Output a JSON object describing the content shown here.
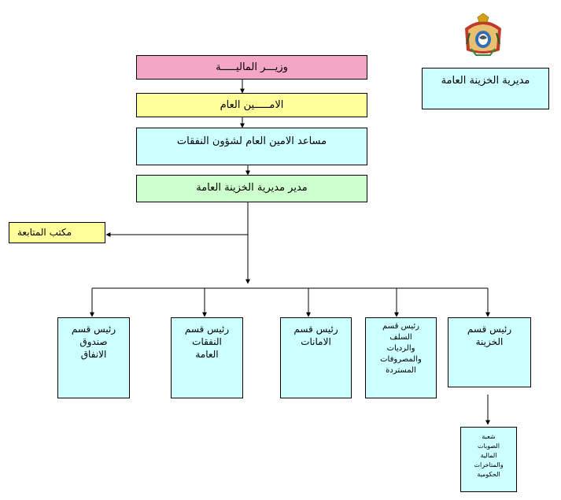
{
  "colors": {
    "pink": "#f4a6c8",
    "yellow": "#ffff99",
    "cyan": "#ccffff",
    "green": "#ccffcc",
    "light_yellow": "#ffff99"
  },
  "emblem_icon": "jordan-coat-of-arms-icon",
  "header_title": "مديرية الخزينة العامة",
  "chain": {
    "minister": "وزيـــر الماليـــــة",
    "secretary_general": "الامـــــين العام",
    "assistant_secretary": "مساعد الامين العام لشؤون النفقات",
    "director": "مدير مديرية الخزينة العامة"
  },
  "followup_office": "مكتب المتابعة",
  "departments": {
    "fund": "رئيس قسم\nصندوق\nالانفاق",
    "general_expenses": "رئيس قسم\nالنفقات\nالعامة",
    "deposits": "رئيس قسم\nالامانات",
    "advances": "رئيس قسم\nالسلف\nوالرديات\nوالمصروفات\nالمستردة",
    "treasury": "رئيس قسم\nالخزينة"
  },
  "section": "شعبة\nالصوبات\nالمالية\nوالمتاخرات\nالحكومية"
}
